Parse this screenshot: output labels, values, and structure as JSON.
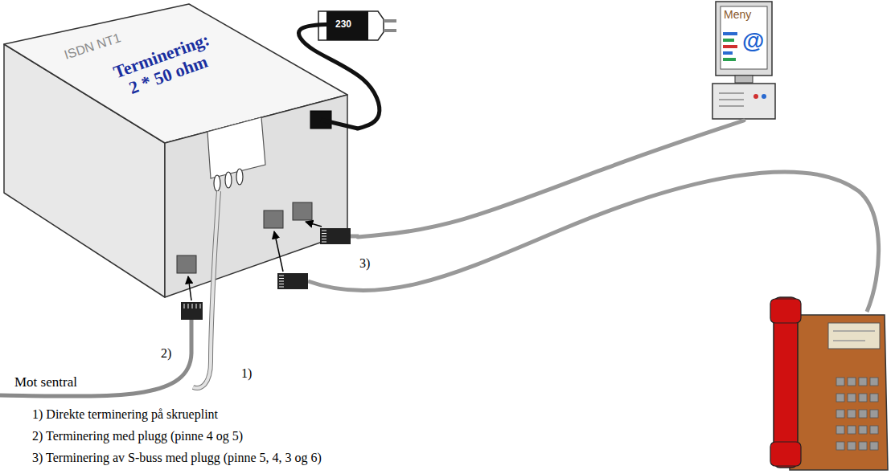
{
  "diagram": {
    "nodes": [
      {
        "text": [
          "ISDN NT1",
          "Terminering: 2 * 50 ohm"
        ]
      },
      {
        "text": [
          "230"
        ]
      },
      {
        "text": [
          "Meny",
          "@"
        ]
      }
    ],
    "edges": [
      {
        "from": 0,
        "to": 1,
        "arrow": "none"
      },
      {
        "from": 0,
        "to": 2,
        "arrow": "none"
      }
    ],
    "labels": [
      "Mot sentral",
      "1)",
      "2)",
      "3)",
      "1) Direkte terminering på skrueplint",
      "2) Terminering med plugg (pinne 4 og 5)",
      "3) Terminering av S-buss med plugg (pinne 5, 4, 3 og 6)"
    ]
  }
}
